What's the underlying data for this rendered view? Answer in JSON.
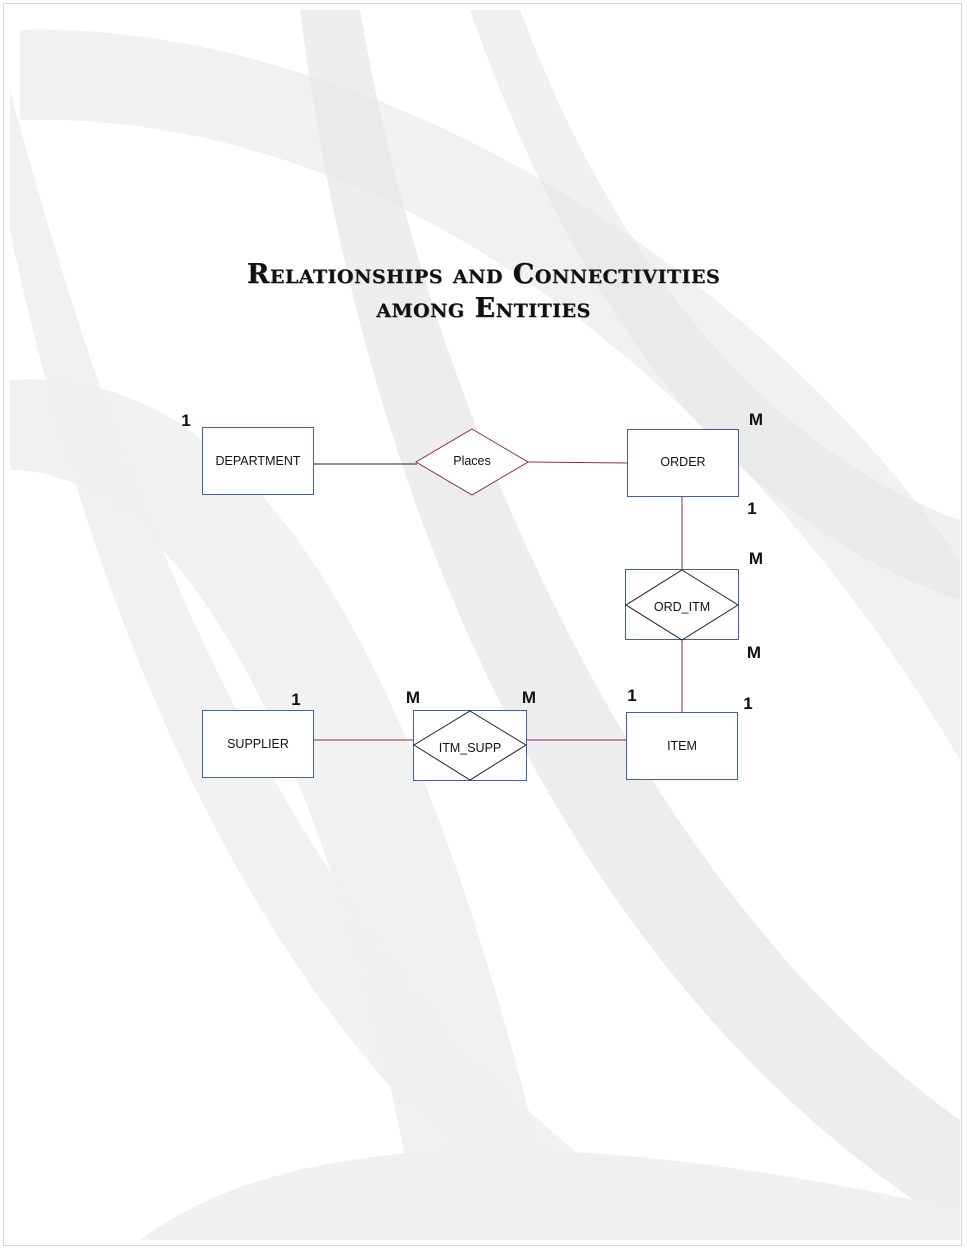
{
  "title": {
    "line1": "Relationships and Connectivities",
    "line2": "among Entities"
  },
  "colors": {
    "entity_border": "#3a5fb3",
    "relationship_border_places": "#8f2a5c",
    "relationship_border_other": "#222222",
    "connector_line": "#8f2a5c",
    "connector_line_dept": "#222222"
  },
  "entities": {
    "department": "DEPARTMENT",
    "order": "ORDER",
    "supplier": "SUPPLIER",
    "item": "ITEM"
  },
  "relationships": {
    "places": "Places",
    "ord_itm": "ORD_ITM",
    "itm_supp": "ITM_SUPP"
  },
  "cardinalities": {
    "department_places": "1",
    "order_places": "M",
    "order_ord_itm_1": "1",
    "order_ord_itm_m": "M",
    "item_ord_itm_m": "M",
    "item_ord_itm_1": "1",
    "supplier_itm_supp_1": "1",
    "supplier_itm_supp_m": "M",
    "item_itm_supp_m": "M",
    "item_itm_supp_1": "1"
  }
}
